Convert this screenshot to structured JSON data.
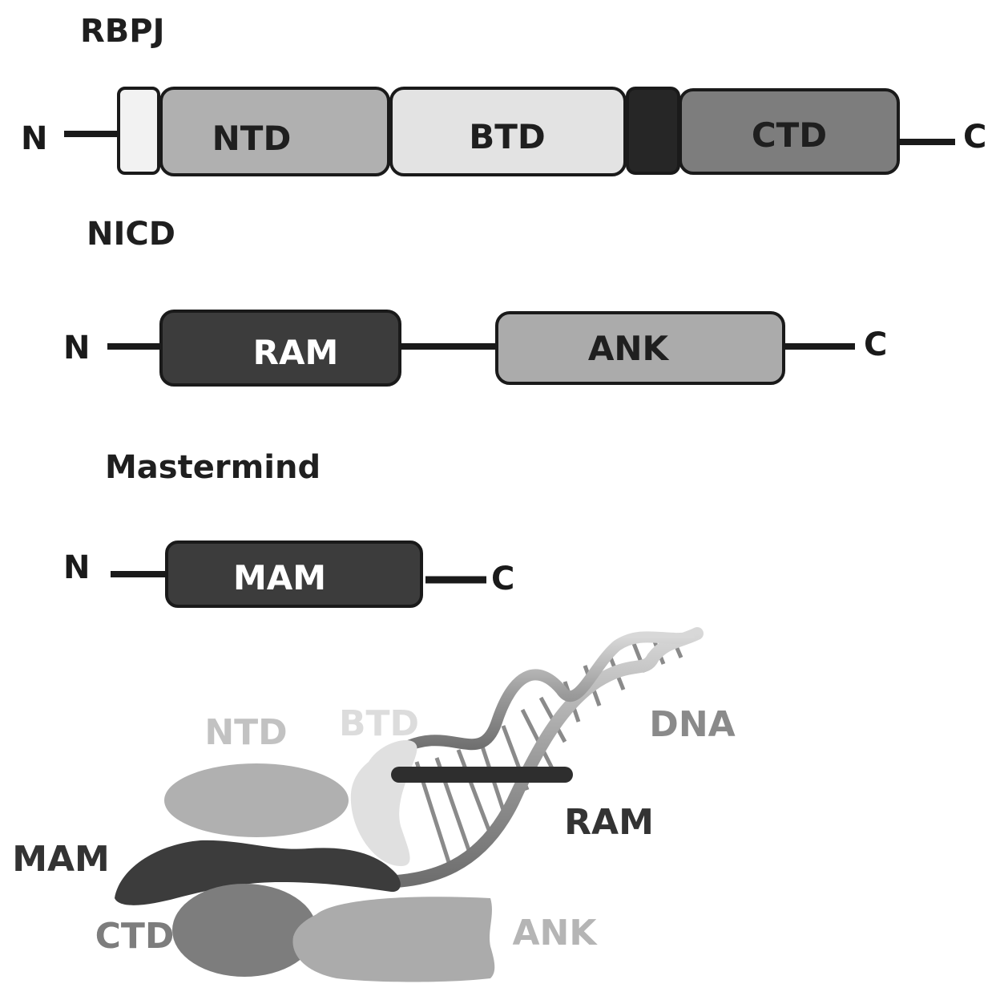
{
  "proteins": {
    "rbpj": {
      "title": "RBPJ",
      "n_label": "N",
      "c_label": "C",
      "domains": [
        "NTD",
        "BTD",
        "CTD"
      ]
    },
    "nicd": {
      "title": "NICD",
      "n_label": "N",
      "c_label": "C",
      "domains": [
        "RAM",
        "ANK"
      ]
    },
    "mastermind": {
      "title": "Mastermind",
      "n_label": "N",
      "c_label": "C",
      "domains": [
        "MAM"
      ]
    }
  },
  "complex": {
    "ntd": "NTD",
    "btd": "BTD",
    "dna": "DNA",
    "ram": "RAM",
    "mam": "MAM",
    "ctd": "CTD",
    "ank": "ANK"
  },
  "colors": {
    "outline": "#1a1a1a",
    "ntd": "#b0b0b0",
    "btd": "#e3e3e3",
    "ctd": "#7d7d7d",
    "dark_domain": "#3c3c3c",
    "ank": "#ababab",
    "n_terminal_box": "#f2f2f2"
  }
}
